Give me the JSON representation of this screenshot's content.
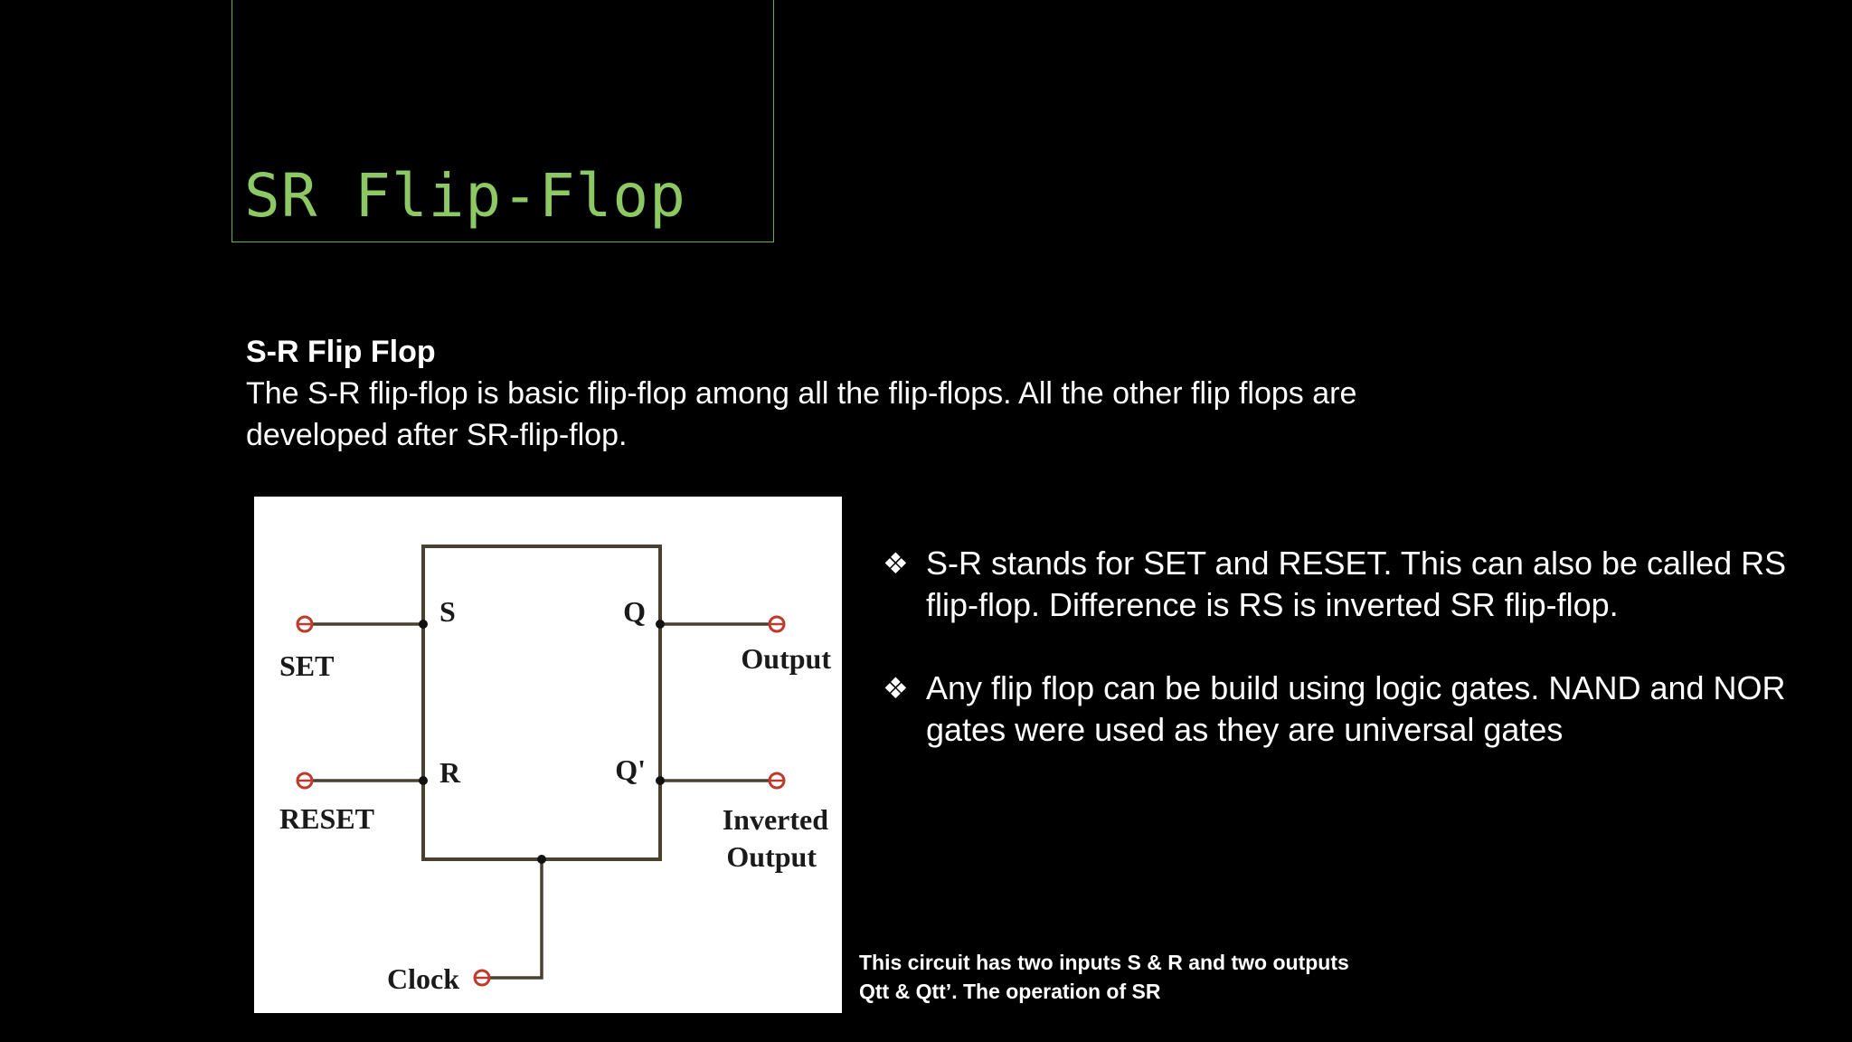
{
  "slide": {
    "title": "SR Flip-Flop",
    "intro": {
      "heading": "S-R Flip Flop",
      "text": "The S-R flip-flop is  basic  flip-flop among all the flip-flops. All the other flip flops are developed after SR-flip-flop."
    },
    "diagram": {
      "pin_s": "S",
      "pin_r": "R",
      "pin_q": "Q",
      "pin_qbar": "Q'",
      "label_set": "SET",
      "label_reset": "RESET",
      "label_output": "Output",
      "label_inverted_line1": "Inverted",
      "label_inverted_line2": "Output",
      "label_clock": "Clock"
    },
    "bullets": [
      "S-R stands for SET and RESET. This can also be called RS flip-flop. Difference is RS is inverted SR flip-flop.",
      "Any flip flop can be build using logic gates. NAND and NOR gates were used as they are universal gates"
    ],
    "bullet_glyph": "❖",
    "caption": "This circuit has two inputs S & R and two outputs\n Qtt & Qtt’. The operation of SR"
  },
  "colors": {
    "background": "#000000",
    "title": "#8cc864",
    "title_border": "#6fae4a",
    "text": "#ffffff",
    "wire": "#4a4030",
    "terminal": "#c0392b"
  }
}
